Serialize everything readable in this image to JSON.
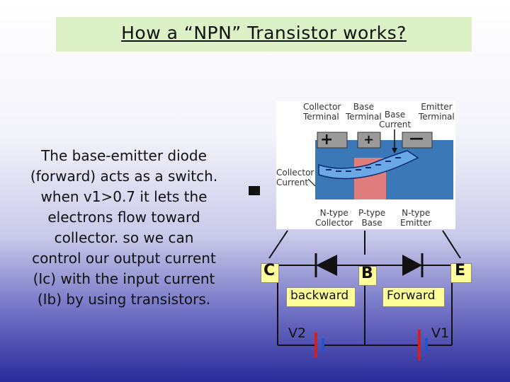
{
  "title": "How a “NPN” Transistor works?",
  "description_lines": [
    "The base-emitter diode",
    "(forward) acts as a switch.",
    "when v1>0.7  it lets the",
    "electrons flow toward",
    "collector. so we can",
    "control our output current",
    "(Ic) with the input current",
    "(Ib) by using transistors."
  ],
  "photo": {
    "collector_terminal": [
      "Collector",
      "Terminal"
    ],
    "base_terminal": [
      "Base",
      "Terminal"
    ],
    "emitter_terminal": [
      "Emitter",
      "Terminal"
    ],
    "base_current": [
      "Base",
      "Current"
    ],
    "collector_current": [
      "Collector",
      "Current"
    ],
    "n_collector": [
      "N-type",
      "Collector"
    ],
    "p_base": [
      "P-type",
      "Base"
    ],
    "n_emitter": [
      "N-type",
      "Emitter"
    ],
    "plus_sign": "+",
    "minus_sign": "—"
  },
  "circuit": {
    "collector": "C",
    "base": "B",
    "emitter": "E",
    "backward": "backward",
    "forward": "Forward",
    "v2": "V2",
    "v1": "V1"
  },
  "colors": {
    "title_bg": "#ddf1c6",
    "indicator_bg": "#ffff99",
    "n_region": "#3a78b8",
    "p_region": "#e07d7d",
    "battery_red": "#cc2222",
    "battery_blue": "#2255cc"
  }
}
